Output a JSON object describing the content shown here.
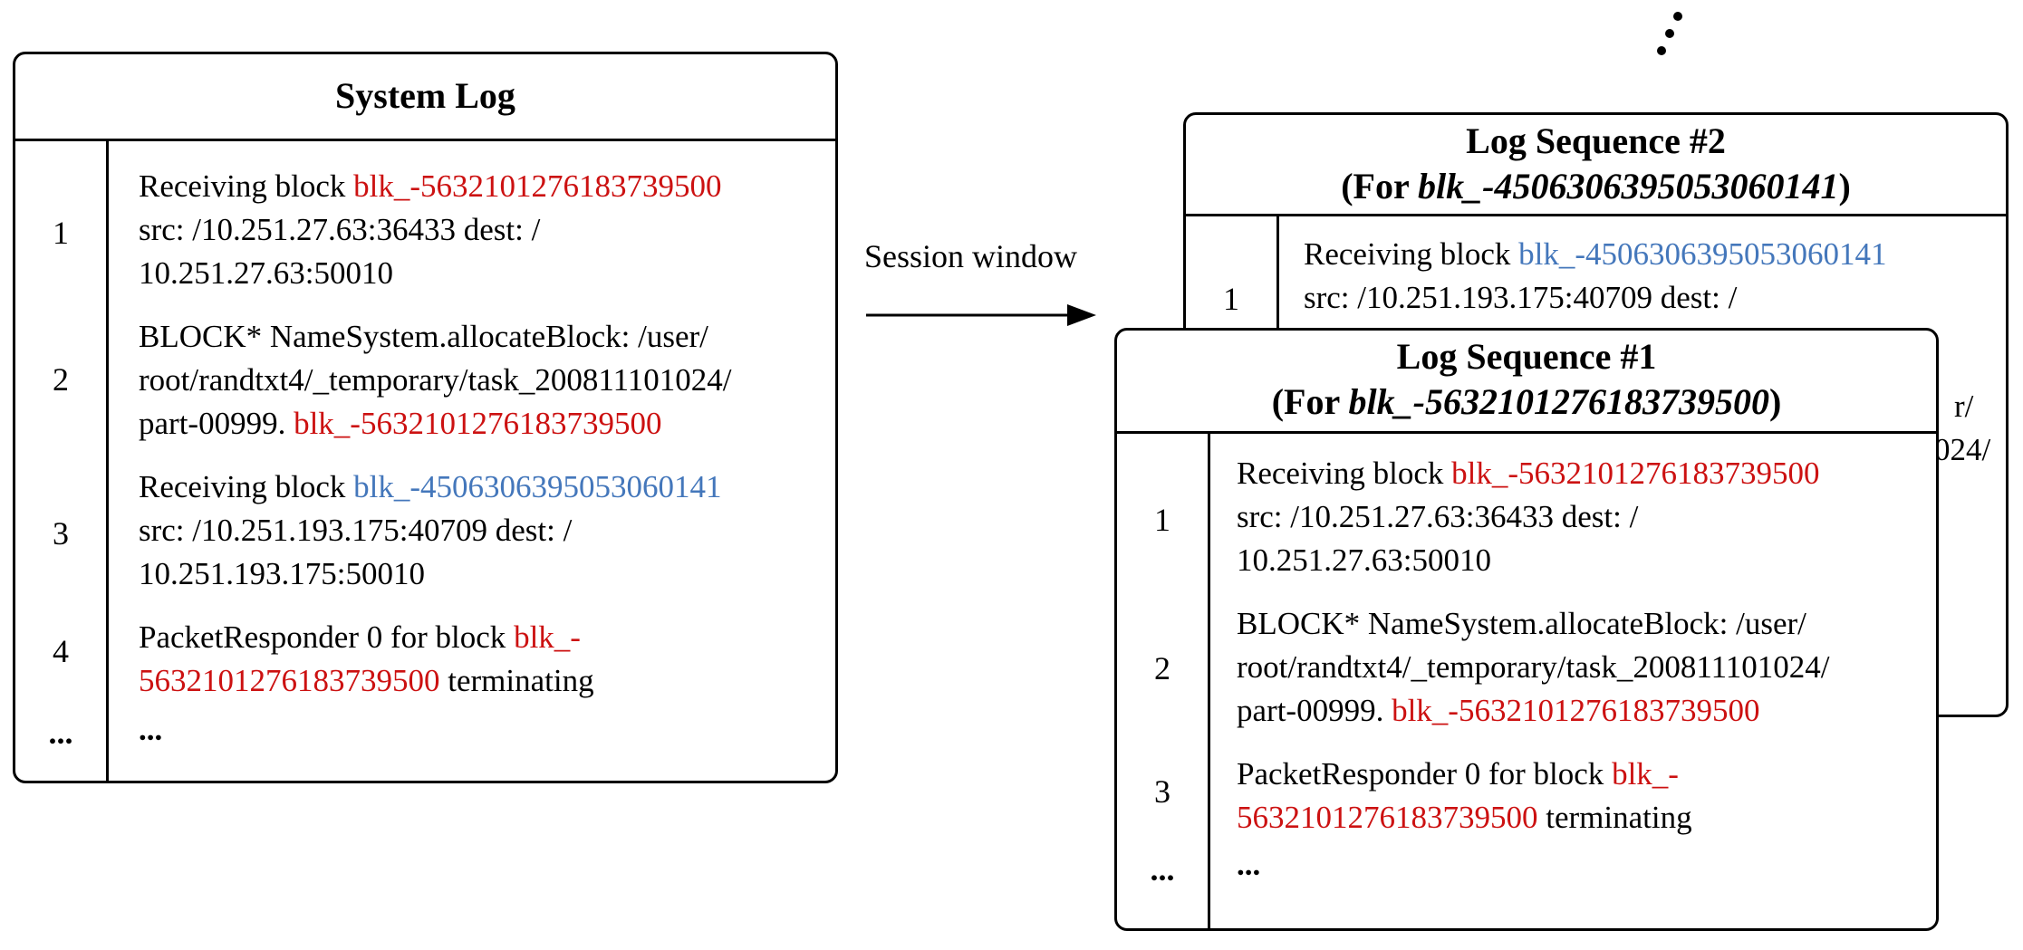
{
  "system_log": {
    "title": "System Log",
    "rows": [
      {
        "num": "1",
        "l1a": "Receiving block ",
        "l1b": "blk_-5632101276183739500",
        "l2": "src: /10.251.27.63:36433 dest: /",
        "l3": "10.251.27.63:50010"
      },
      {
        "num": "2",
        "l1": "BLOCK* NameSystem.allocateBlock: /user/",
        "l2": "root/randtxt4/_temporary/task_200811101024/",
        "l3a": "part-00999. ",
        "l3b": "blk_-5632101276183739500"
      },
      {
        "num": "3",
        "l1a": "Receiving block ",
        "l1b": "blk_-4506306395053060141",
        "l2": "src: /10.251.193.175:40709 dest: /",
        "l3": "10.251.193.175:50010"
      },
      {
        "num": "4",
        "l1a": "PacketResponder 0 for block ",
        "l1b": "blk_-",
        "l2a": "5632101276183739500",
        "l2b": " terminating"
      },
      {
        "num": "...",
        "text": "..."
      }
    ]
  },
  "arrow": {
    "label": "Session window"
  },
  "seq2": {
    "title_line1": "Log Sequence #2",
    "title_line2_prefix": "(For ",
    "title_line2_id": "blk_-4506306395053060141",
    "title_line2_suffix": ")",
    "row1": {
      "num": "1",
      "l1a": "Receiving block ",
      "l1b": "blk_-4506306395053060141",
      "l2": "src: /10.251.193.175:40709 dest: /"
    },
    "peek1": "r/",
    "peek2": "024/"
  },
  "seq1": {
    "title_line1": "Log Sequence #1",
    "title_line2_prefix": "(For ",
    "title_line2_id": "blk_-5632101276183739500",
    "title_line2_suffix": ")",
    "rows": [
      {
        "num": "1",
        "l1a": "Receiving block ",
        "l1b": "blk_-5632101276183739500",
        "l2": "src: /10.251.27.63:36433 dest: /",
        "l3": "10.251.27.63:50010"
      },
      {
        "num": "2",
        "l1": "BLOCK* NameSystem.allocateBlock: /user/",
        "l2": "root/randtxt4/_temporary/task_200811101024/",
        "l3a": "part-00999. ",
        "l3b": "blk_-5632101276183739500"
      },
      {
        "num": "3",
        "l1a": "PacketResponder 0 for block ",
        "l1b": "blk_-",
        "l2a": "5632101276183739500",
        "l2b": " terminating"
      },
      {
        "num": "...",
        "text": "..."
      }
    ]
  },
  "colors": {
    "red_block": "#cc1111",
    "blue_block": "#4477bb"
  }
}
